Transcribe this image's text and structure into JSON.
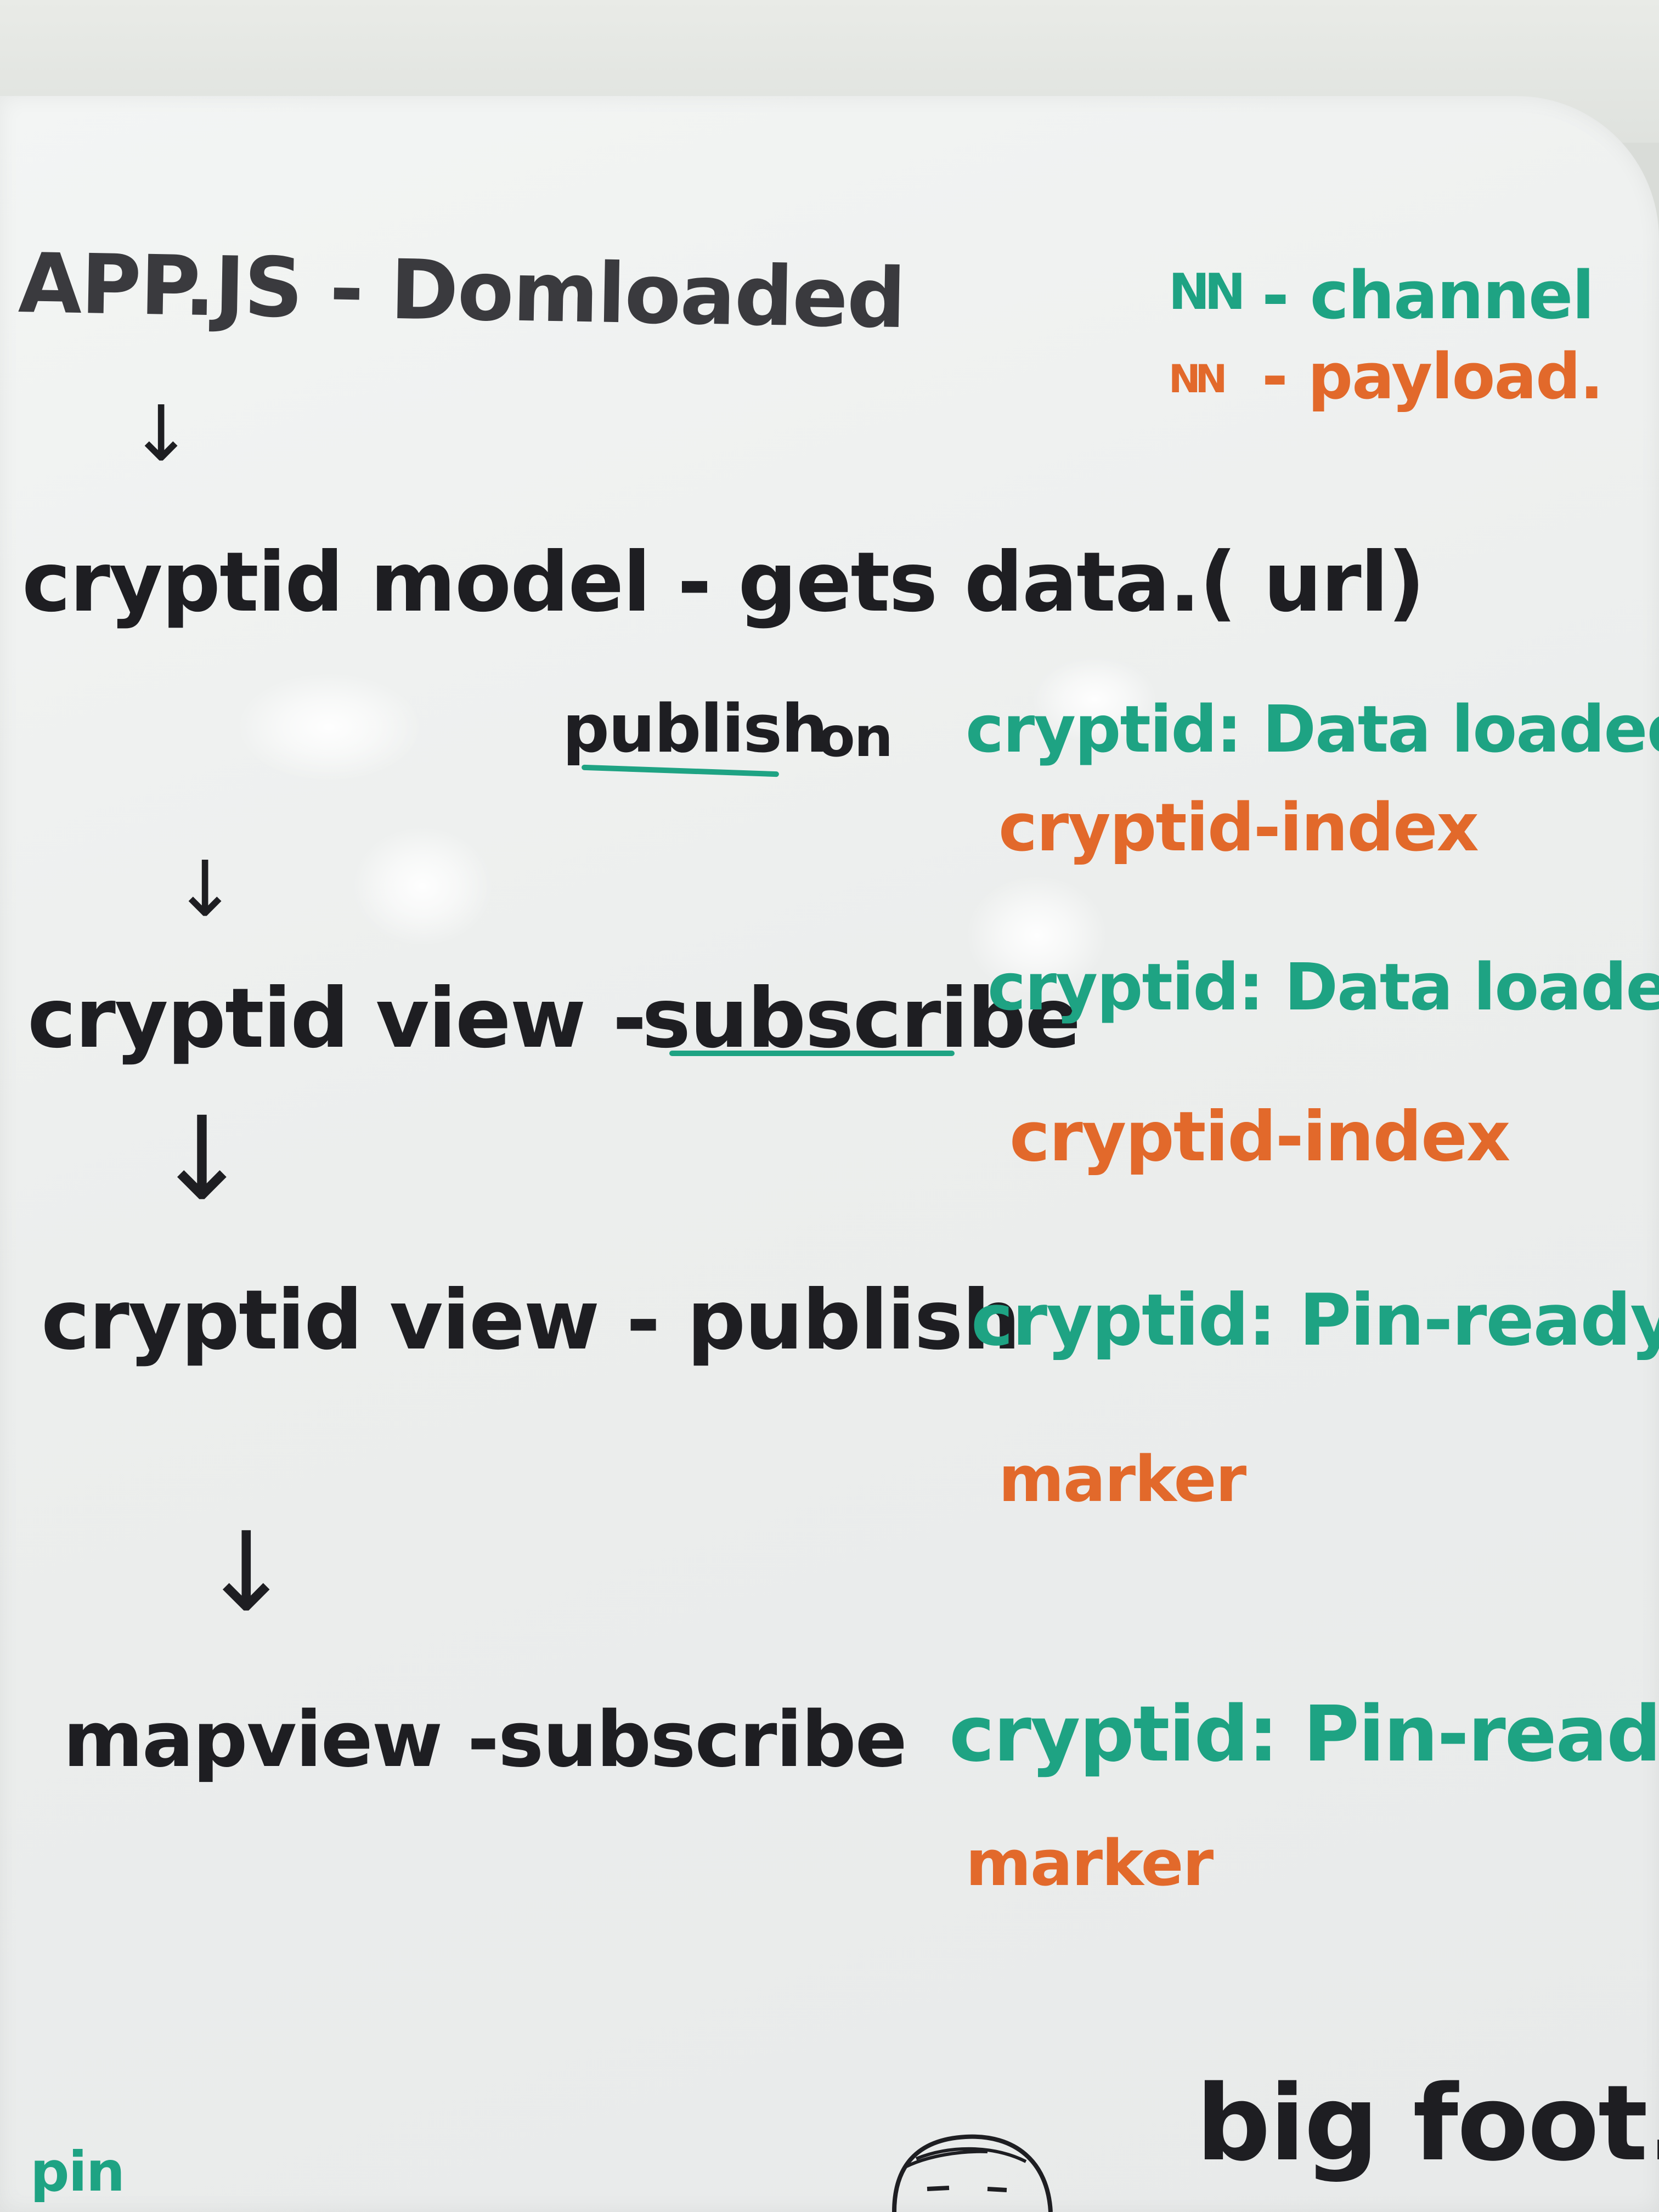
{
  "legend": {
    "channel": "- channel",
    "payload": "- payload."
  },
  "flow": {
    "step1": "APP.JS - Domloaded",
    "step2": "cryptid model - gets data.( url)",
    "step2_publish": "publish",
    "step2_on": "on",
    "step3": "cryptid view -",
    "step3_subscribe": "subscribe",
    "step4": "cryptid view - publish",
    "step5": "mapview -subscribe"
  },
  "channels": {
    "c1": "cryptid: Data loaded.",
    "p1": "cryptid-index",
    "c2": "cryptid: Data loaded.",
    "p2": "cryptid-index",
    "c3": "cryptid: Pin-ready",
    "p3": "marker",
    "c4": "cryptid: Pin-ready",
    "p4": "marker"
  },
  "footer": {
    "pin": "pin",
    "bigfoot": "big foot."
  },
  "colors": {
    "marker_black": "#1e1e22",
    "marker_green": "#1ea383",
    "marker_orange": "#e2692b"
  }
}
